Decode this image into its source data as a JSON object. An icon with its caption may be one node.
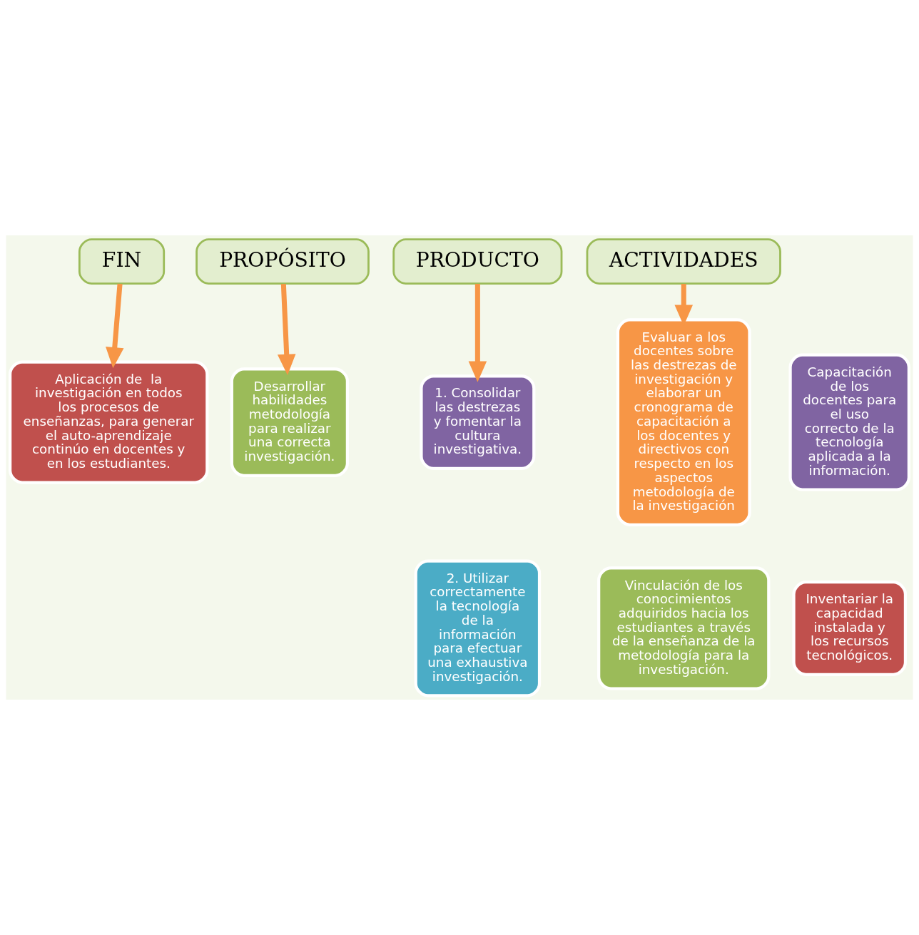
{
  "diagram": {
    "nodes": [
      {
        "text": [
          "FIN"
        ]
      },
      {
        "text": [
          "PROPÓSITO"
        ]
      },
      {
        "text": [
          "PRODUCTO"
        ]
      },
      {
        "text": [
          "ACTIVIDADES"
        ]
      },
      {
        "text": [
          "Aplicación de  la investigación en todos los procesos de enseñanzas, para generar el auto-aprendizaje continúo en docentes y  en los estudiantes."
        ]
      },
      {
        "text": [
          "Desarrollar habilidades metodología para realizar una correcta investigación."
        ]
      },
      {
        "text": [
          "1. Consolidar las destrezas y fomentar la cultura investigativa."
        ]
      },
      {
        "text": [
          "2. Utilizar correctamente la tecnología de la información para efectuar una exhaustiva investigación."
        ]
      },
      {
        "text": [
          "Evaluar a los docentes sobre las destrezas de investigación y elaborar un cronograma de capacitación a los docentes y directivos con respecto en los aspectos metodología de la investigación"
        ]
      },
      {
        "text": [
          "Capacitación de los docentes para el uso correcto de la tecnología aplicada a la información."
        ]
      },
      {
        "text": [
          "Vinculación de los conocimientos adquiridos hacia los estudiantes a través de la enseñanza de la metodología para la investigación."
        ]
      },
      {
        "text": [
          "Inventariar la capacidad instalada y los recursos tecnológicos."
        ]
      }
    ],
    "edges": [
      {
        "from": 0,
        "to": 4,
        "arrow": "to"
      },
      {
        "from": 1,
        "to": 5,
        "arrow": "to"
      },
      {
        "from": 2,
        "to": 6,
        "arrow": "to"
      },
      {
        "from": 3,
        "to": 8,
        "arrow": "to"
      }
    ]
  }
}
